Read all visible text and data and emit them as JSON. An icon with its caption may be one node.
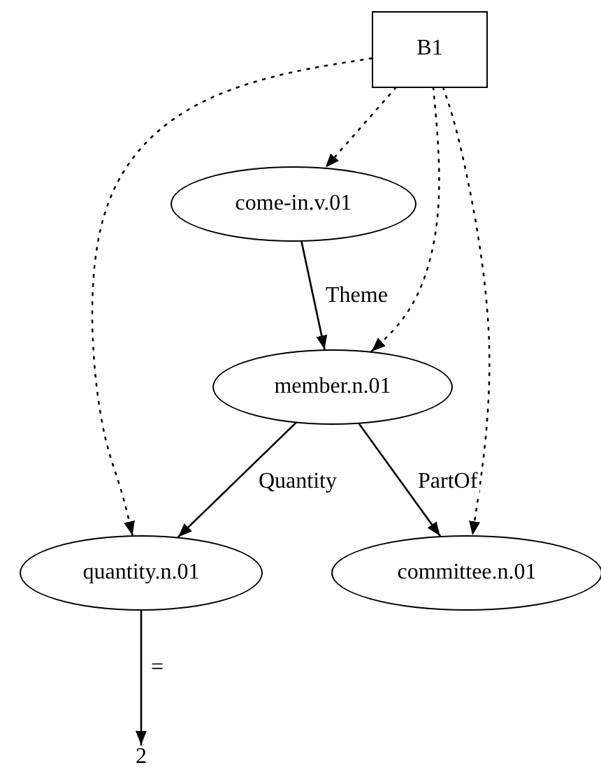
{
  "diagram": {
    "nodes": [
      {
        "text": [
          "B1"
        ]
      },
      {
        "text": [
          "come-in.v.01"
        ]
      },
      {
        "text": [
          "member.n.01"
        ]
      },
      {
        "text": [
          "quantity.n.01"
        ]
      },
      {
        "text": [
          "committee.n.01"
        ]
      },
      {
        "text": [
          "2"
        ]
      }
    ],
    "edges": [
      {
        "from": 0,
        "to": 1,
        "arrow": "to",
        "style": "dashed"
      },
      {
        "from": 0,
        "to": 3,
        "arrow": "to",
        "style": "dashed"
      },
      {
        "from": 0,
        "to": 2,
        "arrow": "to",
        "style": "dashed"
      },
      {
        "from": 0,
        "to": 4,
        "arrow": "to",
        "style": "dashed"
      },
      {
        "from": 1,
        "to": 2,
        "arrow": "to",
        "label": "Theme"
      },
      {
        "from": 2,
        "to": 3,
        "arrow": "to",
        "label": "Quantity"
      },
      {
        "from": 2,
        "to": 4,
        "arrow": "to",
        "label": "PartOf"
      },
      {
        "from": 3,
        "to": 5,
        "arrow": "to",
        "label": "="
      }
    ]
  }
}
